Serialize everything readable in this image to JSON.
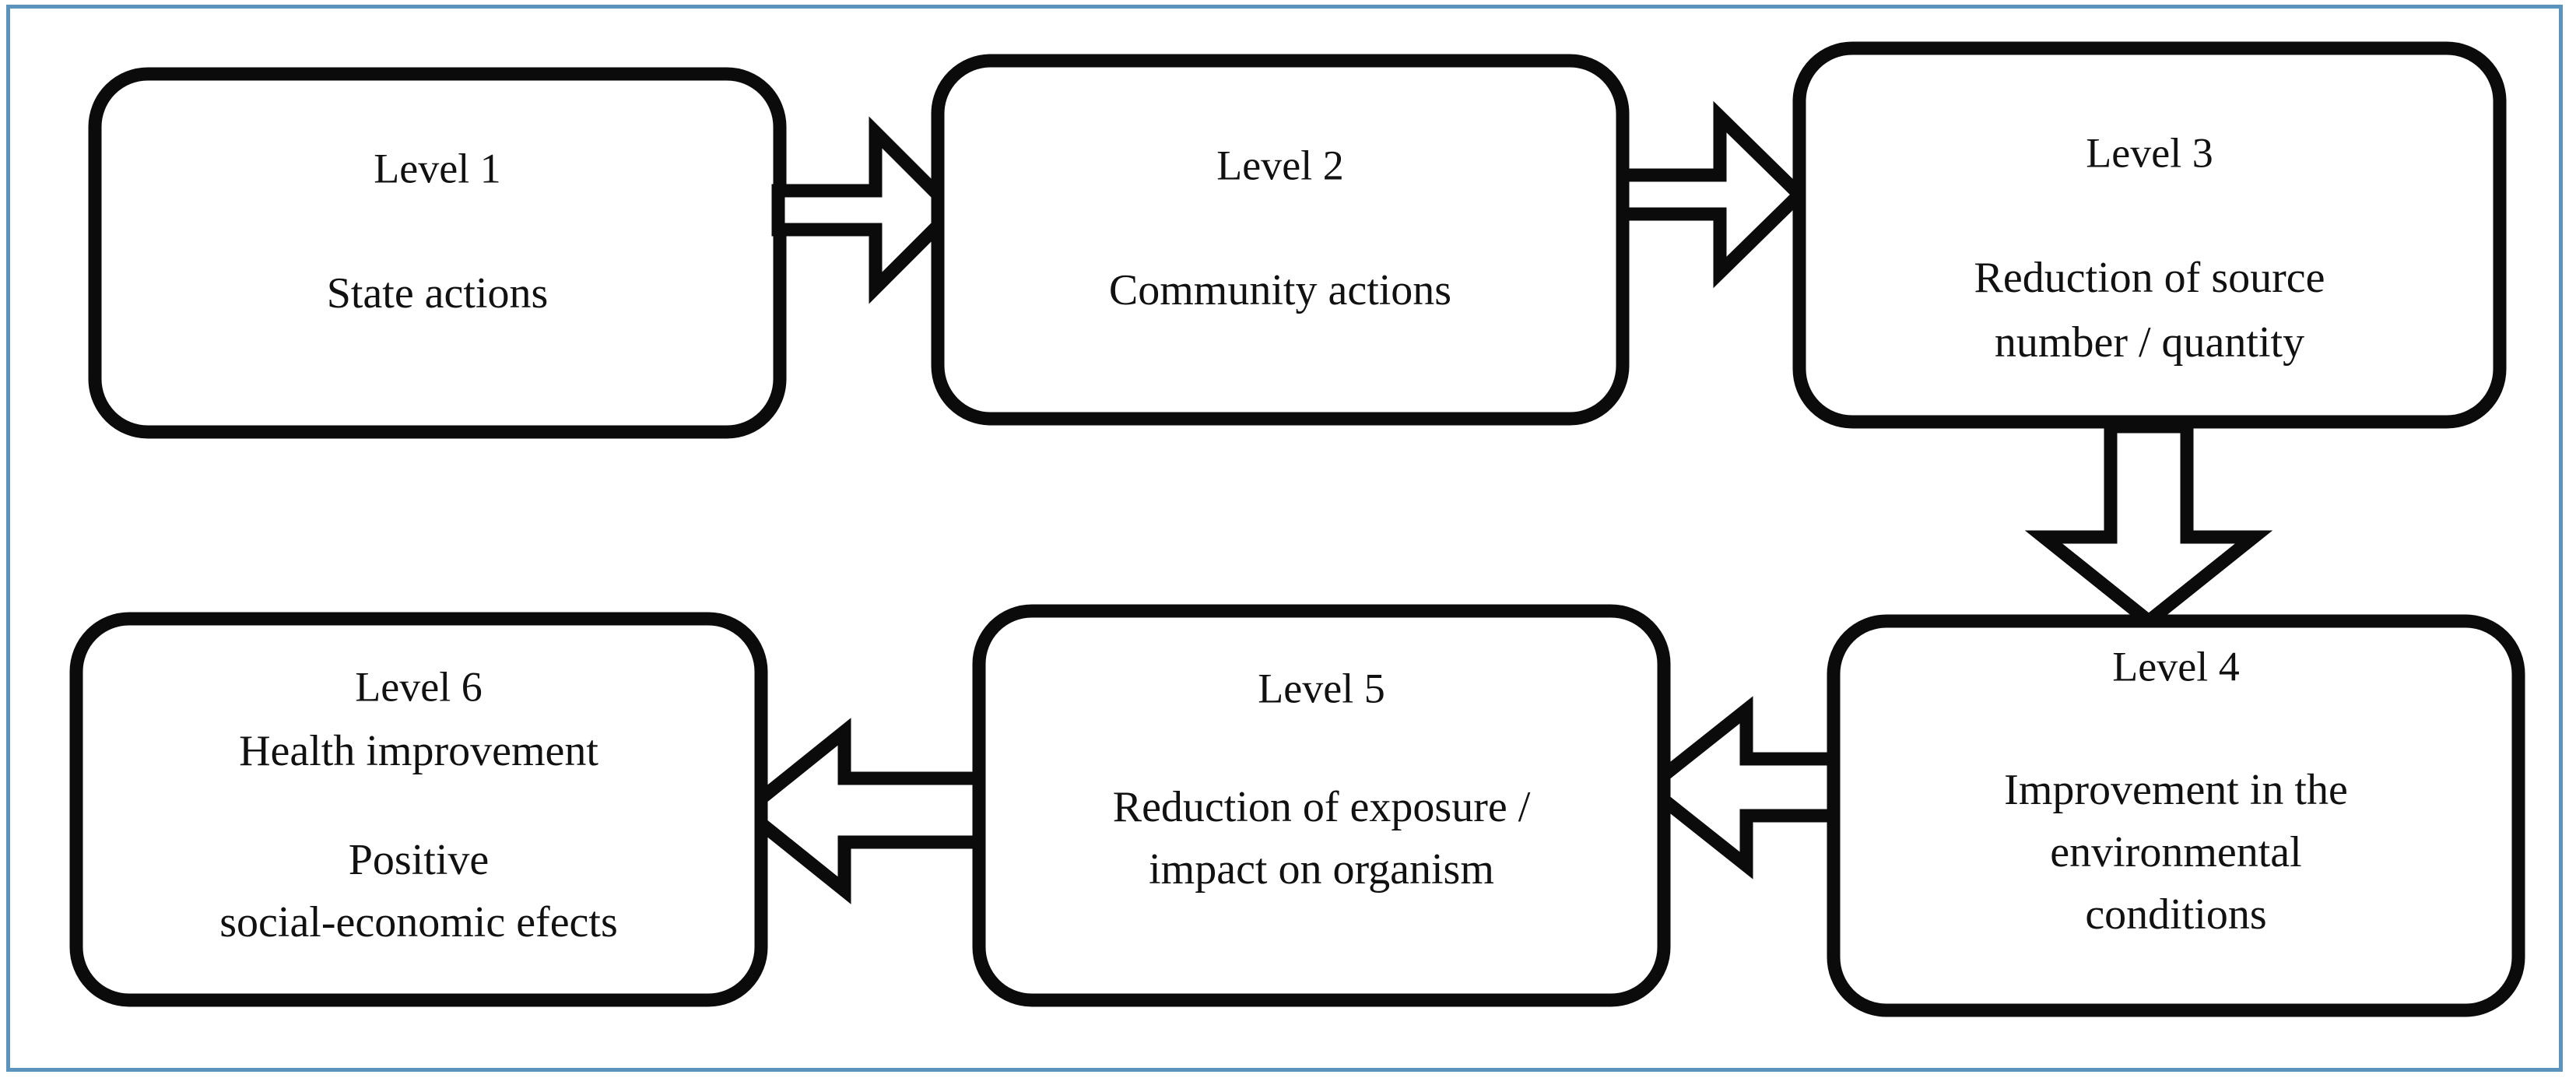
{
  "figure": {
    "kind": "flow-diagram",
    "border_color": "#5b93bc",
    "box_stroke_color": "#0b0b0b",
    "box_fill_color": "#ffffff",
    "arrow_fill_color": "#ffffff",
    "arrow_stroke_color": "#0b0b0b",
    "text_color": "#111111"
  },
  "nodes": [
    {
      "id": "level-1",
      "title": "Level 1",
      "lines": [
        "State actions"
      ],
      "row": 1,
      "column": 1
    },
    {
      "id": "level-2",
      "title": "Level 2",
      "lines": [
        "Community actions"
      ],
      "row": 1,
      "column": 2
    },
    {
      "id": "level-3",
      "title": "Level 3",
      "lines": [
        "Reduction of source",
        "number / quantity"
      ],
      "row": 1,
      "column": 3
    },
    {
      "id": "level-4",
      "title": "Level 4",
      "lines": [
        "Improvement in the",
        "environmental",
        "conditions"
      ],
      "row": 2,
      "column": 3
    },
    {
      "id": "level-5",
      "title": "Level 5",
      "lines": [
        "Reduction of exposure /",
        "impact on organism"
      ],
      "row": 2,
      "column": 2
    },
    {
      "id": "level-6",
      "title": "Level 6",
      "lines": [
        "Health improvement",
        "",
        "Positive",
        "social-economic efects"
      ],
      "row": 2,
      "column": 1
    }
  ],
  "connectors": [
    {
      "id": "arrow-1-to-2",
      "from": "level-1",
      "to": "level-2",
      "direction": "right"
    },
    {
      "id": "arrow-2-to-3",
      "from": "level-2",
      "to": "level-3",
      "direction": "right"
    },
    {
      "id": "arrow-3-to-4",
      "from": "level-3",
      "to": "level-4",
      "direction": "down"
    },
    {
      "id": "arrow-4-to-5",
      "from": "level-4",
      "to": "level-5",
      "direction": "left"
    },
    {
      "id": "arrow-5-to-6",
      "from": "level-5",
      "to": "level-6",
      "direction": "left"
    }
  ]
}
